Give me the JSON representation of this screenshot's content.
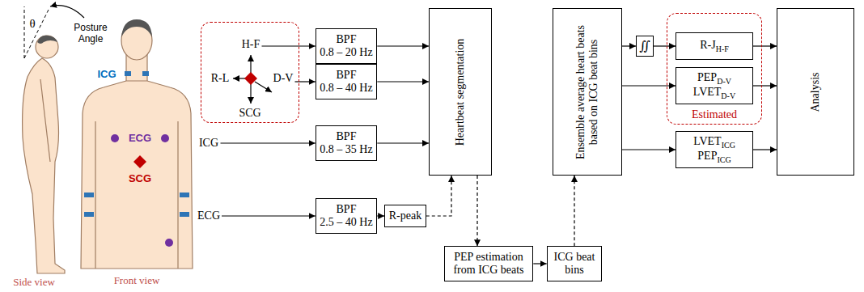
{
  "diagram": {
    "nodes": [
      {
        "text": [
          "SCG"
        ]
      },
      {
        "text": [
          "H-F"
        ],
        "in": 0
      },
      {
        "text": [
          "D-V"
        ],
        "in": 0
      },
      {
        "text": [
          "ICG"
        ]
      },
      {
        "text": [
          "ECG"
        ]
      },
      {
        "text": [
          "BPF",
          "0.8 – 20 Hz"
        ]
      },
      {
        "text": [
          "BPF",
          "0.8 – 40 Hz"
        ]
      },
      {
        "text": [
          "BPF",
          "0.8 – 35 Hz"
        ]
      },
      {
        "text": [
          "BPF",
          "2.5 – 40 Hz"
        ]
      },
      {
        "text": [
          "R-peak"
        ]
      },
      {
        "text": [
          "Heartbeat segmentation"
        ]
      },
      {
        "text": [
          "PEP estimation from ICG beats"
        ]
      },
      {
        "text": [
          "ICG beat bins"
        ]
      },
      {
        "text": [
          "Ensemble average heart beats based on ICG beat bins"
        ]
      },
      {
        "text": [
          "∬"
        ]
      },
      {
        "text": [
          "Estimated"
        ]
      },
      {
        "text": [
          "R-J",
          "H-F"
        ],
        "in": 15
      },
      {
        "text": [
          "PEP",
          "D-V",
          "LVET",
          "D-V"
        ],
        "in": 15
      },
      {
        "text": [
          "LVET",
          "ICG",
          "PEP",
          "ICG"
        ]
      },
      {
        "text": [
          "Analysis"
        ]
      }
    ],
    "edges": [
      {
        "from": 1,
        "to": 5,
        "arrow": "to"
      },
      {
        "from": 2,
        "to": 6,
        "arrow": "to"
      },
      {
        "from": 3,
        "to": 7,
        "arrow": "to"
      },
      {
        "from": 4,
        "to": 8,
        "arrow": "to"
      },
      {
        "from": 5,
        "to": 10,
        "arrow": "to"
      },
      {
        "from": 6,
        "to": 10,
        "arrow": "to"
      },
      {
        "from": 7,
        "to": 10,
        "arrow": "to"
      },
      {
        "from": 8,
        "to": 9,
        "arrow": "to"
      },
      {
        "from": 9,
        "to": 10,
        "arrow": "to"
      },
      {
        "from": 10,
        "to": 11,
        "arrow": "to"
      },
      {
        "from": 11,
        "to": 12,
        "arrow": "to"
      },
      {
        "from": 12,
        "to": 13,
        "arrow": "to"
      },
      {
        "from": 13,
        "to": 14,
        "arrow": "to"
      },
      {
        "from": 14,
        "to": 16,
        "arrow": "to"
      },
      {
        "from": 13,
        "to": 17,
        "arrow": "to"
      },
      {
        "from": 13,
        "to": 18,
        "arrow": "to"
      },
      {
        "from": 16,
        "to": 19,
        "arrow": "to"
      },
      {
        "from": 17,
        "to": 19,
        "arrow": "to"
      },
      {
        "from": 18,
        "to": 19,
        "arrow": "to"
      }
    ],
    "labels": [
      "θ",
      "Posture Angle",
      "ICG",
      "ECG",
      "SCG",
      "Front view",
      "Side view",
      "R-L"
    ]
  }
}
